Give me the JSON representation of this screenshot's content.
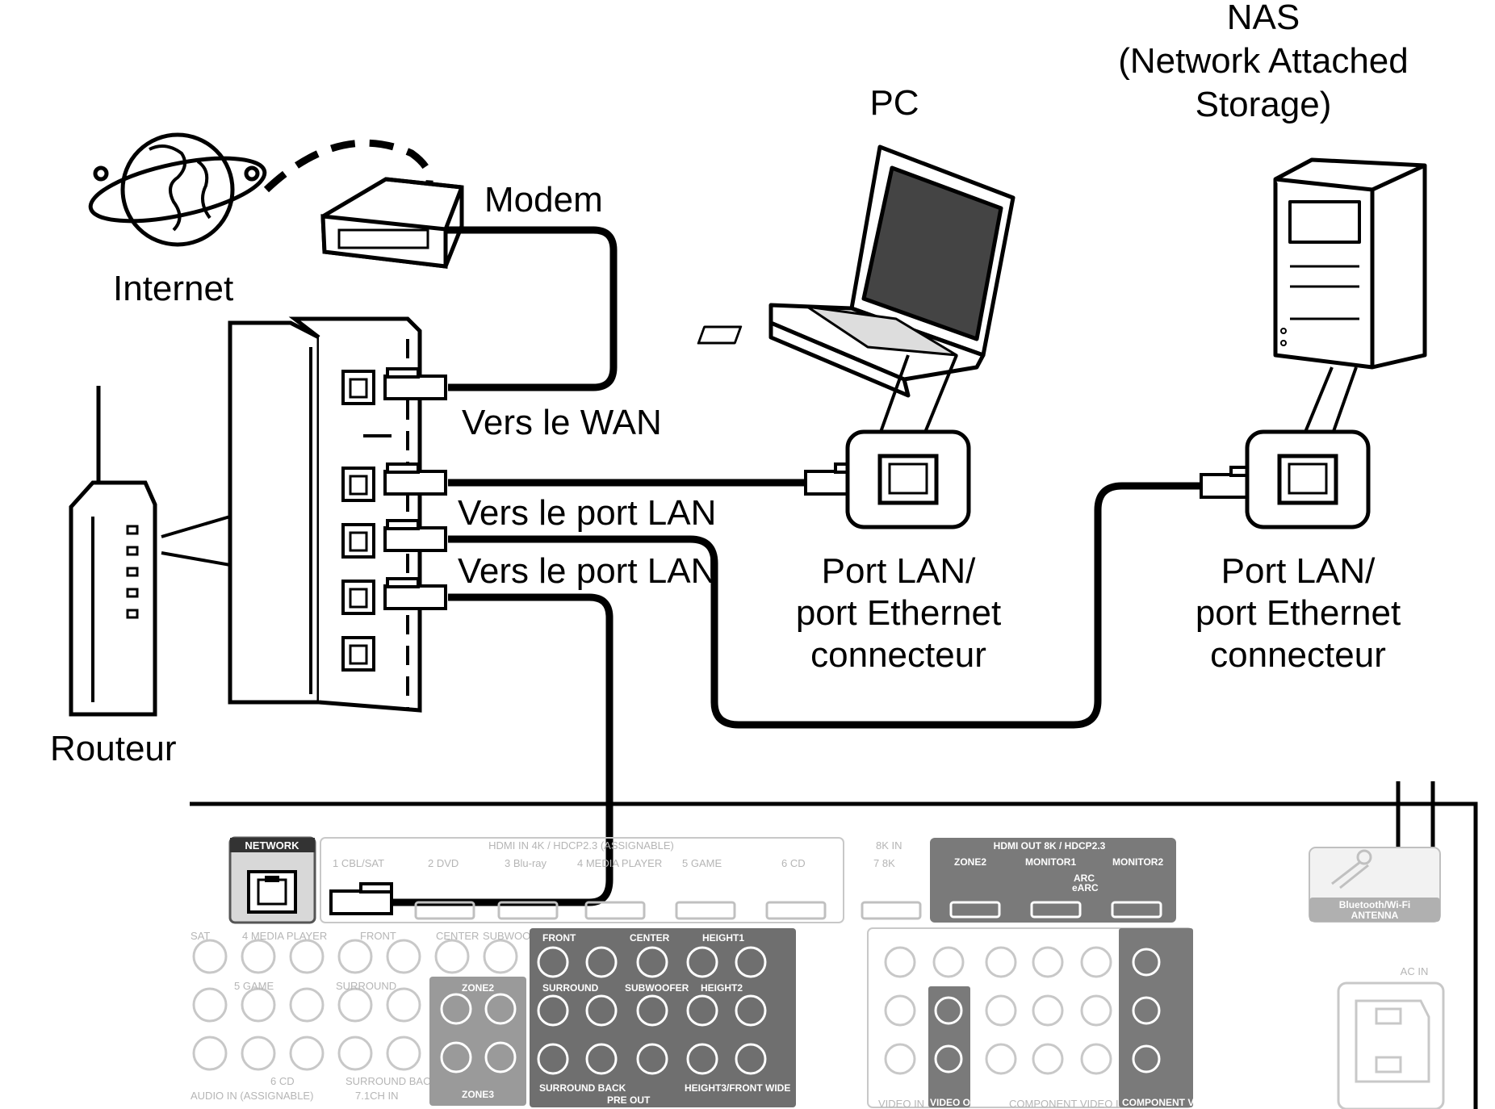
{
  "labels": {
    "nas_line1": "NAS",
    "nas_line2": "(Network Attached",
    "nas_line3": "Storage)",
    "pc": "PC",
    "modem": "Modem",
    "internet": "Internet",
    "router": "Routeur",
    "to_wan": "Vers le WAN",
    "to_lan_1": "Vers le port LAN",
    "to_lan_2": "Vers le port LAN",
    "pc_port_line1": "Port LAN/",
    "pc_port_line2": "port Ethernet",
    "pc_port_line3": "connecteur",
    "nas_port_line1": "Port LAN/",
    "nas_port_line2": "port Ethernet",
    "nas_port_line3": "connecteur"
  },
  "receiver_panel": {
    "network": "NETWORK",
    "hdmi_in": "HDMI IN  4K / HDCP2.3  (ASSIGNABLE)",
    "inputs": [
      "1 CBL/SAT",
      "2 DVD",
      "3 Blu-ray",
      "4 MEDIA PLAYER",
      "5 GAME",
      "6 CD"
    ],
    "in_8k": "8K  IN",
    "input_8k": "7 8K",
    "hdmi_out": "HDMI OUT  8K / HDCP2.3",
    "zone2": "ZONE2",
    "monitor1": "MONITOR1",
    "arc": "ARC",
    "earc": "eARC",
    "monitor2": "MONITOR2",
    "bt_antenna_line1": "Bluetooth/Wi-Fi",
    "bt_antenna_line2": "ANTENNA",
    "ac_in": "AC IN",
    "pre_out": "PRE OUT",
    "video_in": "VIDEO IN",
    "video_out": "VIDEO OUT",
    "component_in": "COMPONENT VIDEO IN",
    "component_out": "COMPONENT VIDEO OUT",
    "audio_in": "AUDIO IN  (ASSIGNABLE)",
    "front": "FRONT",
    "center": "CENTER",
    "subwoofer": "SUBWOOFER",
    "surround": "SURROUND",
    "surround_back": "SURROUND BACK",
    "ch71_in": "7.1CH IN",
    "zone3": "ZONE3",
    "height1": "HEIGHT1",
    "height2": "HEIGHT2",
    "height3_front_wide": "HEIGHT3/FRONT WIDE"
  }
}
